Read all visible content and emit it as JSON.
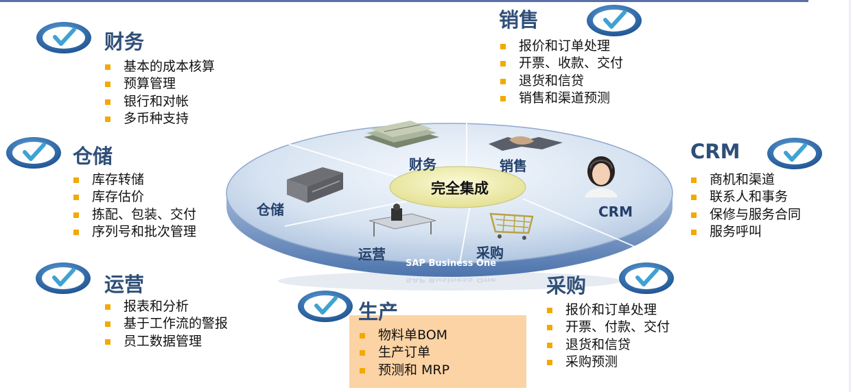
{
  "wheel": {
    "center": "完全集成",
    "brand": "SAP Business One",
    "segments": {
      "finance": "财务",
      "sales": "销售",
      "crm": "CRM",
      "purchasing": "采购",
      "operations": "运营",
      "warehouse": "仓储"
    }
  },
  "modules": {
    "finance": {
      "title": "财务",
      "items": [
        "基本的成本核算",
        "预算管理",
        "银行和对帐",
        "多币种支持"
      ]
    },
    "sales": {
      "title": "销售",
      "items": [
        "报价和订单处理",
        "开票、收款、交付",
        "退货和信贷",
        "销售和渠道预测"
      ]
    },
    "warehouse": {
      "title": "仓储",
      "items": [
        "库存转储",
        "库存估价",
        "拣配、包装、交付",
        "序列号和批次管理"
      ]
    },
    "crm": {
      "title": "CRM",
      "items": [
        "商机和渠道",
        "联系人和事务",
        "保修与服务合同",
        "服务呼叫"
      ]
    },
    "operations": {
      "title": "运营",
      "items": [
        "报表和分析",
        "基于工作流的警报",
        "员工数据管理"
      ]
    },
    "production": {
      "title": "生产",
      "items": [
        "物料单BOM",
        "生产订单",
        "预测和 MRP"
      ]
    },
    "purchasing": {
      "title": "采购",
      "items": [
        "报价和订单处理",
        "开票、付款、交付",
        "退货和信贷",
        "采购预测"
      ]
    }
  },
  "colors": {
    "title": "#2f4f78",
    "bullet": "#f2a900",
    "highlight_box": "#fbd3a5",
    "check_oval": "#2f6fb0",
    "wheel_surface": "#dbe6f3",
    "center": "#f3f1b2"
  },
  "icons": {
    "check": "check-badge-icon",
    "finance": "money-stack-icon",
    "sales": "handshake-icon",
    "crm": "support-agent-icon",
    "purchasing": "shopping-cart-icon",
    "operations": "office-desk-icon",
    "warehouse": "warehouse-building-icon"
  }
}
